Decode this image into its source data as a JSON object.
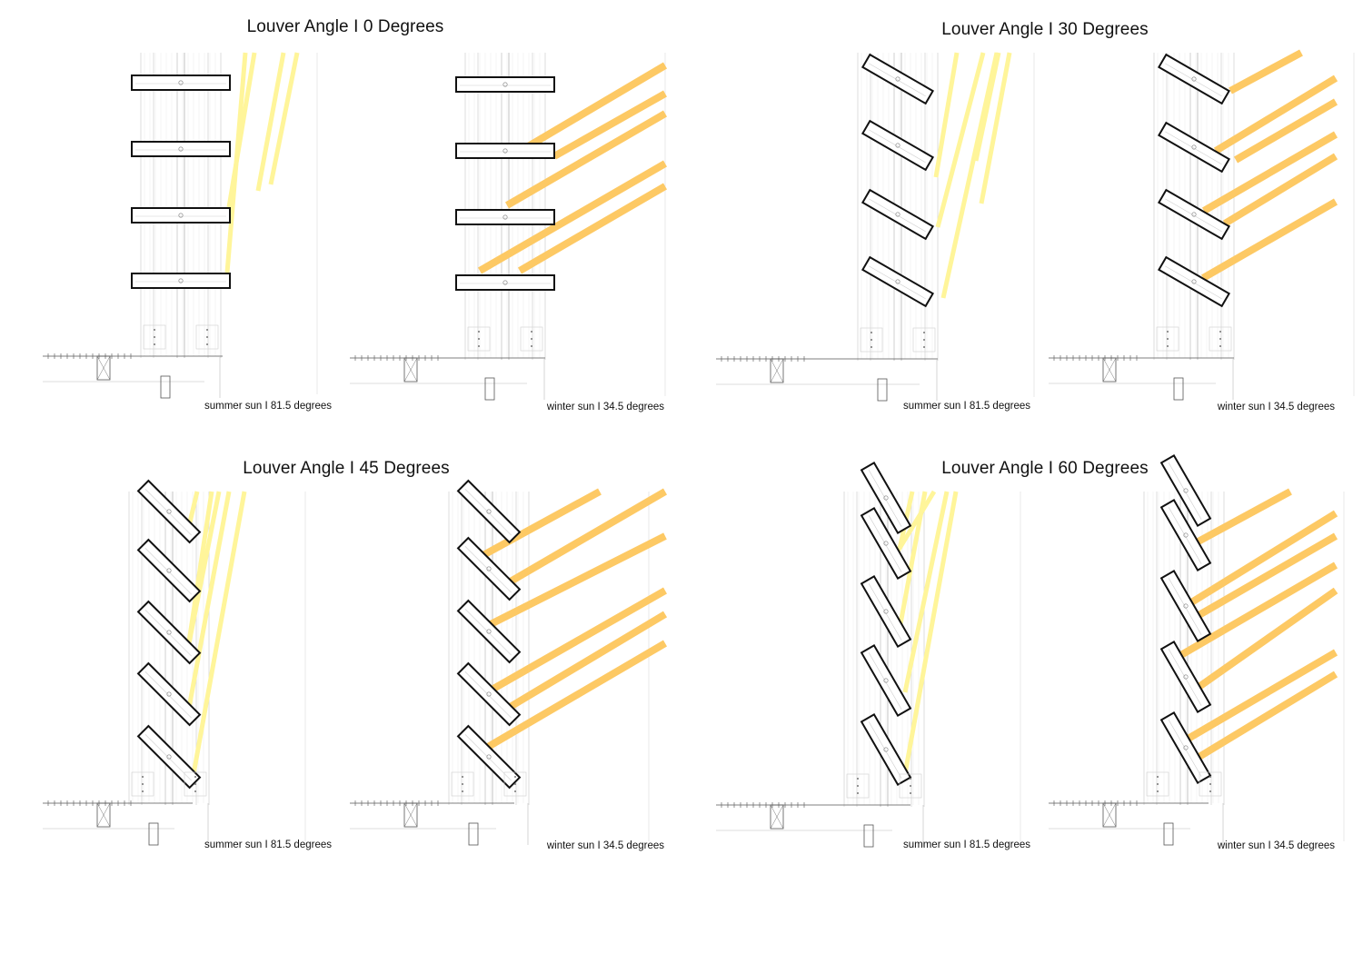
{
  "colors": {
    "summer_ray": "#fff59a",
    "winter_ray": "#fdc964",
    "louver_stroke": "#111111",
    "linework": "#bdbdbd"
  },
  "groups": [
    {
      "title": "Louver Angle  I  0 Degrees",
      "louver_angle_deg": 0,
      "panels": [
        {
          "season": "summer",
          "caption": "summer sun  I  81.5 degrees",
          "sun_altitude_deg": 81.5
        },
        {
          "season": "winter",
          "caption": "winter sun  I  34.5 degrees",
          "sun_altitude_deg": 34.5
        }
      ]
    },
    {
      "title": "Louver Angle  I  30 Degrees",
      "louver_angle_deg": 30,
      "panels": [
        {
          "season": "summer",
          "caption": "summer sun  I  81.5 degrees",
          "sun_altitude_deg": 81.5
        },
        {
          "season": "winter",
          "caption": "winter sun  I  34.5 degrees",
          "sun_altitude_deg": 34.5
        }
      ]
    },
    {
      "title": "Louver Angle  I  45 Degrees",
      "louver_angle_deg": 45,
      "panels": [
        {
          "season": "summer",
          "caption": "summer sun  I  81.5 degrees",
          "sun_altitude_deg": 81.5
        },
        {
          "season": "winter",
          "caption": "winter sun  I  34.5 degrees",
          "sun_altitude_deg": 34.5
        }
      ]
    },
    {
      "title": "Louver Angle  I  60 Degrees",
      "louver_angle_deg": 60,
      "panels": [
        {
          "season": "summer",
          "caption": "summer sun  I  81.5 degrees",
          "sun_altitude_deg": 81.5
        },
        {
          "season": "winter",
          "caption": "winter sun  I  34.5 degrees",
          "sun_altitude_deg": 34.5
        }
      ]
    }
  ]
}
